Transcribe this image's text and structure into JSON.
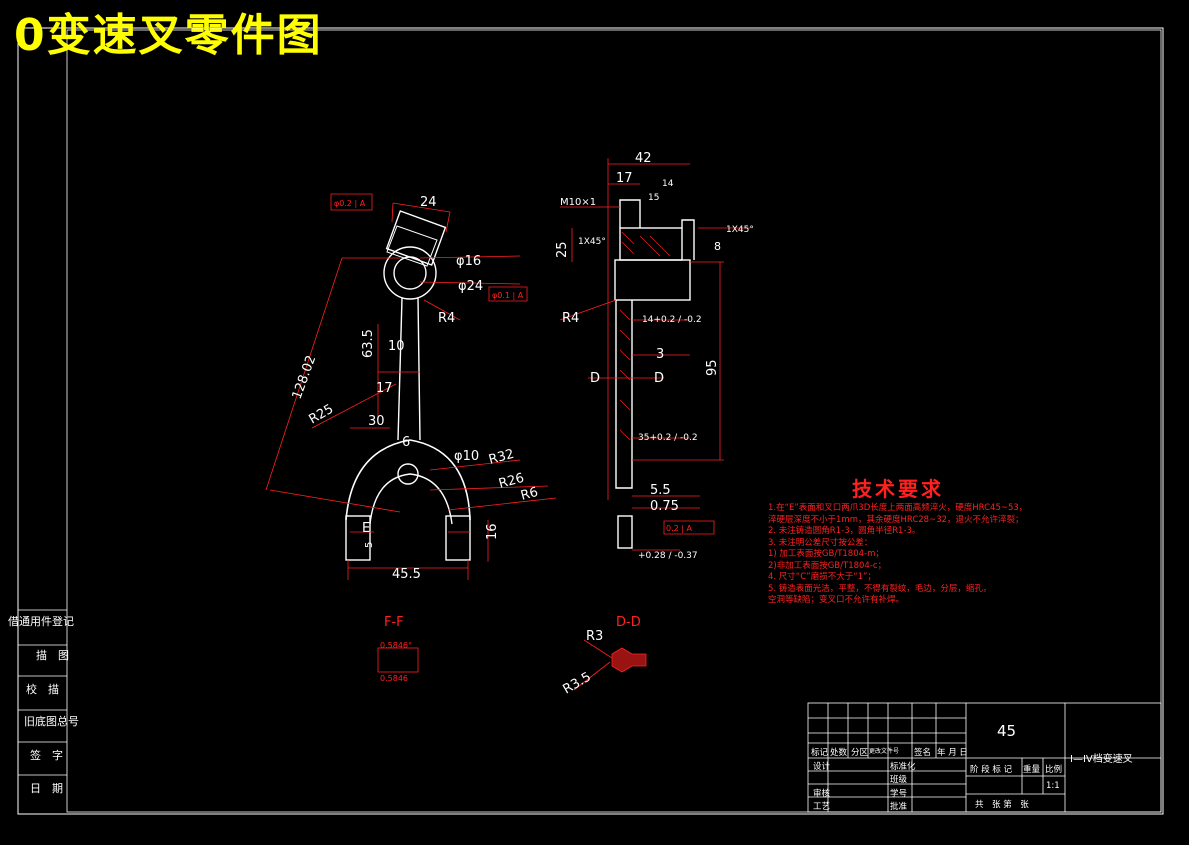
{
  "banner": {
    "title": "0变速叉零件图"
  },
  "drawing": {
    "views": [
      "F-F",
      "D-D"
    ],
    "dimensions": {
      "d24": "24",
      "d16": "φ16",
      "d24b": "φ24",
      "r4": "R4",
      "d128": "128.02",
      "d635": "63.5",
      "d10": "10",
      "d17": "17",
      "r25": "R25",
      "d30": "30",
      "d6": "6",
      "phi10": "φ10",
      "r32": "R32",
      "r26": "R26",
      "r6": "R6",
      "d16b": "16",
      "d5": "5",
      "d455": "45.5",
      "d42": "42",
      "d17b": "17",
      "m10": "M10×1",
      "d15": "15",
      "d14": "14",
      "d25": "25",
      "c1x45a": "1X45°",
      "c1x45b": "1X45°",
      "r4b": "R4",
      "d8": "8",
      "d95": "95",
      "d3": "3",
      "d55": "5.5",
      "d075": "0.75",
      "r3": "R3",
      "r35": "R3.5",
      "tol1": "14+0.2 / -0.2",
      "tol2": "35+0.2 / -0.2",
      "tol3": "+0.28 / -0.37",
      "gtol1": "φ0.2 | A",
      "gtol2": "φ0.1 | A",
      "gtol3": "0.2 | A",
      "label_d": "D",
      "label_e": "E",
      "ang1": "0.5846°",
      "ang2": "0.5846"
    }
  },
  "tech": {
    "title": "技术要求",
    "lines": [
      "1.在“E”表面和叉口两爪3D长度上两面高频淬火，硬度HRC45~53，",
      "   淬硬层深度不小于1mm，其余硬度HRC28~32，退火不允许淬裂；",
      "2. 未注铸造圆角R1-3，圆角半径R1-3。",
      "3. 未注明公差尺寸按公差：",
      "1) 加工表面按GB/T1804-m；",
      "2)非加工表面按GB/T1804-c；",
      "4. 尺寸“C”磨损不大于“1”；",
      "5. 铸造表面光洁，平整，不得有裂纹，毛边，分层，缩孔，",
      "   空洞等缺陷；变叉口不允许有补焊。"
    ]
  },
  "side_labels": [
    "借通用件登记",
    "描　图",
    "校　描",
    "旧底图总号",
    "签　字",
    "日　期"
  ],
  "title_block": {
    "material": "45",
    "part_name": "I—IV档变速叉",
    "row_labels": [
      "标记",
      "处数",
      "分区",
      "更改文件号",
      "签名",
      "年 月 日"
    ],
    "designer": "设计",
    "standardized": "标准化",
    "checker": "审核",
    "process": "工艺",
    "approve": "批准",
    "class": "班级",
    "student": "学号",
    "stage": "阶 段 标 记",
    "weight": "重量",
    "scale_label": "比例",
    "scale": "1:1",
    "sheets": "共　张 第　张"
  },
  "colors": {
    "bg": "#000000",
    "line": "#ffffff",
    "dim": "#ff2020",
    "banner": "#ffff00"
  }
}
